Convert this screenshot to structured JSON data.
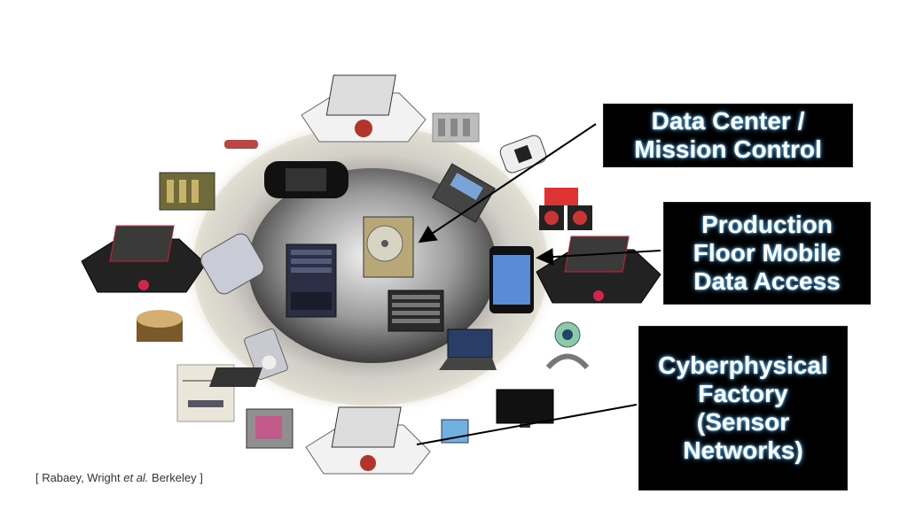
{
  "labels": {
    "data_center": [
      "Data Center /",
      "Mission Control"
    ],
    "production_floor": [
      "Production",
      "Floor Mobile",
      "Data Access"
    ],
    "cyberphysical": [
      "Cyberphysical",
      "Factory",
      "(Sensor",
      "Networks)"
    ]
  },
  "citation": {
    "prefix": "[ Rabaey, Wright ",
    "etal": "et al.",
    "suffix": " Berkeley ]"
  },
  "colors": {
    "label_bg": "#000000",
    "label_text": "#ffffff",
    "label_glow": "#4fb6ff"
  }
}
